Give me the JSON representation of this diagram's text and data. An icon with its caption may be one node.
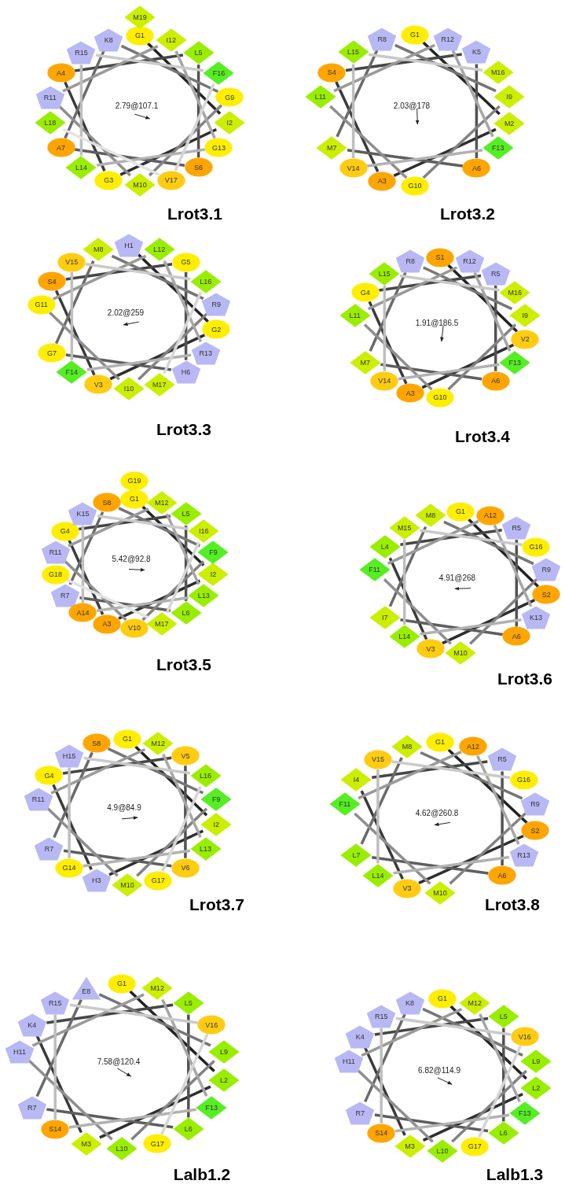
{
  "diagram": {
    "nodes": [
      {
        "text": [
          "G1"
        ]
      },
      {
        "text": [
          "I2"
        ]
      },
      {
        "text": [
          "G3"
        ]
      },
      {
        "text": [
          "A4"
        ]
      },
      {
        "text": [
          "L5"
        ]
      },
      {
        "text": [
          "S6"
        ]
      },
      {
        "text": [
          "A7"
        ]
      },
      {
        "text": [
          "K8"
        ]
      },
      {
        "text": [
          "G9"
        ]
      },
      {
        "text": [
          "M10"
        ]
      },
      {
        "text": [
          "R11"
        ]
      },
      {
        "text": [
          "I12"
        ]
      },
      {
        "text": [
          "G13"
        ]
      },
      {
        "text": [
          "L14"
        ]
      },
      {
        "text": [
          "R15"
        ]
      },
      {
        "text": [
          "F16"
        ]
      },
      {
        "text": [
          "V17"
        ]
      },
      {
        "text": [
          "L18"
        ]
      },
      {
        "text": [
          "M19"
        ]
      },
      {
        "text": [
          "G1"
        ]
      },
      {
        "text": [
          "M2"
        ]
      },
      {
        "text": [
          "A3"
        ]
      },
      {
        "text": [
          "S4"
        ]
      },
      {
        "text": [
          "K5"
        ]
      },
      {
        "text": [
          "A6"
        ]
      },
      {
        "text": [
          "M7"
        ]
      },
      {
        "text": [
          "R8"
        ]
      },
      {
        "text": [
          "I9"
        ]
      },
      {
        "text": [
          "G10"
        ]
      },
      {
        "text": [
          "L11"
        ]
      },
      {
        "text": [
          "R12"
        ]
      },
      {
        "text": [
          "F13"
        ]
      },
      {
        "text": [
          "V14"
        ]
      },
      {
        "text": [
          "L15"
        ]
      },
      {
        "text": [
          "M16"
        ]
      },
      {
        "text": [
          "H1"
        ]
      },
      {
        "text": [
          "G2"
        ]
      },
      {
        "text": [
          "V3"
        ]
      },
      {
        "text": [
          "S4"
        ]
      },
      {
        "text": [
          "G5"
        ]
      },
      {
        "text": [
          "H6"
        ]
      },
      {
        "text": [
          "G7"
        ]
      },
      {
        "text": [
          "M8"
        ]
      },
      {
        "text": [
          "R9"
        ]
      },
      {
        "text": [
          "I10"
        ]
      },
      {
        "text": [
          "G11"
        ]
      },
      {
        "text": [
          "L12"
        ]
      },
      {
        "text": [
          "R13"
        ]
      },
      {
        "text": [
          "F14"
        ]
      },
      {
        "text": [
          "V15"
        ]
      },
      {
        "text": [
          "L16"
        ]
      },
      {
        "text": [
          "M17"
        ]
      },
      {
        "text": [
          "S1"
        ]
      },
      {
        "text": [
          "V2"
        ]
      },
      {
        "text": [
          "A3"
        ]
      },
      {
        "text": [
          "G4"
        ]
      },
      {
        "text": [
          "R5"
        ]
      },
      {
        "text": [
          "A6"
        ]
      },
      {
        "text": [
          "M7"
        ]
      },
      {
        "text": [
          "R8"
        ]
      },
      {
        "text": [
          "I9"
        ]
      },
      {
        "text": [
          "G10"
        ]
      },
      {
        "text": [
          "L11"
        ]
      },
      {
        "text": [
          "R12"
        ]
      },
      {
        "text": [
          "F13"
        ]
      },
      {
        "text": [
          "V14"
        ]
      },
      {
        "text": [
          "L15"
        ]
      },
      {
        "text": [
          "M16"
        ]
      },
      {
        "text": [
          "G1"
        ]
      },
      {
        "text": [
          "I2"
        ]
      },
      {
        "text": [
          "A3"
        ]
      },
      {
        "text": [
          "G4"
        ]
      },
      {
        "text": [
          "L5"
        ]
      },
      {
        "text": [
          "L6"
        ]
      },
      {
        "text": [
          "R7"
        ]
      },
      {
        "text": [
          "S8"
        ]
      },
      {
        "text": [
          "F9"
        ]
      },
      {
        "text": [
          "V10"
        ]
      },
      {
        "text": [
          "R11"
        ]
      },
      {
        "text": [
          "M12"
        ]
      },
      {
        "text": [
          "L13"
        ]
      },
      {
        "text": [
          "A14"
        ]
      },
      {
        "text": [
          "K15"
        ]
      },
      {
        "text": [
          "I16"
        ]
      },
      {
        "text": [
          "M17"
        ]
      },
      {
        "text": [
          "G18"
        ]
      },
      {
        "text": [
          "G19"
        ]
      },
      {
        "text": [
          "G1"
        ]
      },
      {
        "text": [
          "S2"
        ]
      },
      {
        "text": [
          "V3"
        ]
      },
      {
        "text": [
          "L4"
        ]
      },
      {
        "text": [
          "R5"
        ]
      },
      {
        "text": [
          "A6"
        ]
      },
      {
        "text": [
          "I7"
        ]
      },
      {
        "text": [
          "M8"
        ]
      },
      {
        "text": [
          "R9"
        ]
      },
      {
        "text": [
          "M10"
        ]
      },
      {
        "text": [
          "F11"
        ]
      },
      {
        "text": [
          "A12"
        ]
      },
      {
        "text": [
          "K13"
        ]
      },
      {
        "text": [
          "L14"
        ]
      },
      {
        "text": [
          "M15"
        ]
      },
      {
        "text": [
          "G16"
        ]
      },
      {
        "text": [
          "G1"
        ]
      },
      {
        "text": [
          "I2"
        ]
      },
      {
        "text": [
          "H3"
        ]
      },
      {
        "text": [
          "G4"
        ]
      },
      {
        "text": [
          "V5"
        ]
      },
      {
        "text": [
          "V6"
        ]
      },
      {
        "text": [
          "R7"
        ]
      },
      {
        "text": [
          "S8"
        ]
      },
      {
        "text": [
          "F9"
        ]
      },
      {
        "text": [
          "M10"
        ]
      },
      {
        "text": [
          "R11"
        ]
      },
      {
        "text": [
          "M12"
        ]
      },
      {
        "text": [
          "L13"
        ]
      },
      {
        "text": [
          "G14"
        ]
      },
      {
        "text": [
          "H15"
        ]
      },
      {
        "text": [
          "L16"
        ]
      },
      {
        "text": [
          "G17"
        ]
      },
      {
        "text": [
          "G1"
        ]
      },
      {
        "text": [
          "S2"
        ]
      },
      {
        "text": [
          "V3"
        ]
      },
      {
        "text": [
          "I4"
        ]
      },
      {
        "text": [
          "R5"
        ]
      },
      {
        "text": [
          "A6"
        ]
      },
      {
        "text": [
          "L7"
        ]
      },
      {
        "text": [
          "M8"
        ]
      },
      {
        "text": [
          "R9"
        ]
      },
      {
        "text": [
          "M10"
        ]
      },
      {
        "text": [
          "F11"
        ]
      },
      {
        "text": [
          "A12"
        ]
      },
      {
        "text": [
          "R13"
        ]
      },
      {
        "text": [
          "L14"
        ]
      },
      {
        "text": [
          "V15"
        ]
      },
      {
        "text": [
          "G16"
        ]
      },
      {
        "text": [
          "G1"
        ]
      },
      {
        "text": [
          "L2"
        ]
      },
      {
        "text": [
          "M3"
        ]
      },
      {
        "text": [
          "K4"
        ]
      },
      {
        "text": [
          "L5"
        ]
      },
      {
        "text": [
          "L6"
        ]
      },
      {
        "text": [
          "R7"
        ]
      },
      {
        "text": [
          "E8"
        ]
      },
      {
        "text": [
          "L9"
        ]
      },
      {
        "text": [
          "L10"
        ]
      },
      {
        "text": [
          "H11"
        ]
      },
      {
        "text": [
          "M12"
        ]
      },
      {
        "text": [
          "F13"
        ]
      },
      {
        "text": [
          "S14"
        ]
      },
      {
        "text": [
          "R15"
        ]
      },
      {
        "text": [
          "V16"
        ]
      },
      {
        "text": [
          "G17"
        ]
      },
      {
        "text": [
          "G1"
        ]
      },
      {
        "text": [
          "L2"
        ]
      },
      {
        "text": [
          "M3"
        ]
      },
      {
        "text": [
          "K4"
        ]
      },
      {
        "text": [
          "L5"
        ]
      },
      {
        "text": [
          "L6"
        ]
      },
      {
        "text": [
          "R7"
        ]
      },
      {
        "text": [
          "K8"
        ]
      },
      {
        "text": [
          "L9"
        ]
      },
      {
        "text": [
          "L10"
        ]
      },
      {
        "text": [
          "H11"
        ]
      },
      {
        "text": [
          "M12"
        ]
      },
      {
        "text": [
          "F13"
        ]
      },
      {
        "text": [
          "S14"
        ]
      },
      {
        "text": [
          "R15"
        ]
      },
      {
        "text": [
          "V16"
        ]
      },
      {
        "text": [
          "G17"
        ]
      }
    ],
    "edges": [
      {
        "from": 0,
        "to": 1,
        "arrow": "none",
        "color": "#222222"
      },
      {
        "from": 1,
        "to": 2,
        "arrow": "none",
        "color": "#2e2e2e"
      },
      {
        "from": 2,
        "to": 3,
        "arrow": "none",
        "color": "#3a3a3a"
      },
      {
        "from": 3,
        "to": 4,
        "arrow": "none",
        "color": "#464646"
      },
      {
        "from": 4,
        "to": 5,
        "arrow": "none",
        "color": "#525252"
      },
      {
        "from": 5,
        "to": 6,
        "arrow": "none",
        "color": "#5e5e5e"
      },
      {
        "from": 6,
        "to": 7,
        "arrow": "none",
        "color": "#6a6a6a"
      },
      {
        "from": 7,
        "to": 8,
        "arrow": "none",
        "color": "#767676"
      },
      {
        "from": 8,
        "to": 9,
        "arrow": "none",
        "color": "#828282"
      },
      {
        "from": 9,
        "to": 10,
        "arrow": "none",
        "color": "#8e8e8e"
      },
      {
        "from": 10,
        "to": 11,
        "arrow": "none",
        "color": "#9a9a9a"
      },
      {
        "from": 11,
        "to": 12,
        "arrow": "none",
        "color": "#a6a6a6"
      },
      {
        "from": 12,
        "to": 13,
        "arrow": "none",
        "color": "#b2b2b2"
      },
      {
        "from": 13,
        "to": 14,
        "arrow": "none",
        "color": "#bebebe"
      },
      {
        "from": 14,
        "to": 15,
        "arrow": "none",
        "color": "#cacaca"
      },
      {
        "from": 15,
        "to": 16,
        "arrow": "none",
        "color": "#d6d6d6"
      },
      {
        "from": 16,
        "to": 17,
        "arrow": "none",
        "color": "#e2e2e2"
      },
      {
        "from": 19,
        "to": 20,
        "arrow": "none",
        "color": "#222222"
      },
      {
        "from": 20,
        "to": 21,
        "arrow": "none",
        "color": "#2e2e2e"
      },
      {
        "from": 21,
        "to": 22,
        "arrow": "none",
        "color": "#3a3a3a"
      },
      {
        "from": 22,
        "to": 23,
        "arrow": "none",
        "color": "#464646"
      },
      {
        "from": 23,
        "to": 24,
        "arrow": "none",
        "color": "#525252"
      },
      {
        "from": 24,
        "to": 25,
        "arrow": "none",
        "color": "#5e5e5e"
      },
      {
        "from": 25,
        "to": 26,
        "arrow": "none",
        "color": "#6a6a6a"
      },
      {
        "from": 26,
        "to": 27,
        "arrow": "none",
        "color": "#767676"
      },
      {
        "from": 27,
        "to": 28,
        "arrow": "none",
        "color": "#828282"
      },
      {
        "from": 28,
        "to": 29,
        "arrow": "none",
        "color": "#8e8e8e"
      },
      {
        "from": 29,
        "to": 30,
        "arrow": "none",
        "color": "#9a9a9a"
      },
      {
        "from": 30,
        "to": 31,
        "arrow": "none",
        "color": "#a6a6a6"
      },
      {
        "from": 31,
        "to": 32,
        "arrow": "none",
        "color": "#b2b2b2"
      },
      {
        "from": 32,
        "to": 33,
        "arrow": "none",
        "color": "#bebebe"
      },
      {
        "from": 33,
        "to": 34,
        "arrow": "none",
        "color": "#cacaca"
      },
      {
        "from": 35,
        "to": 36,
        "arrow": "none",
        "color": "#222222"
      },
      {
        "from": 36,
        "to": 37,
        "arrow": "none",
        "color": "#2e2e2e"
      },
      {
        "from": 37,
        "to": 38,
        "arrow": "none",
        "color": "#3a3a3a"
      },
      {
        "from": 38,
        "to": 39,
        "arrow": "none",
        "color": "#464646"
      },
      {
        "from": 39,
        "to": 40,
        "arrow": "none",
        "color": "#525252"
      },
      {
        "from": 40,
        "to": 41,
        "arrow": "none",
        "color": "#5e5e5e"
      },
      {
        "from": 41,
        "to": 42,
        "arrow": "none",
        "color": "#6a6a6a"
      },
      {
        "from": 42,
        "to": 43,
        "arrow": "none",
        "color": "#767676"
      },
      {
        "from": 43,
        "to": 44,
        "arrow": "none",
        "color": "#828282"
      },
      {
        "from": 44,
        "to": 45,
        "arrow": "none",
        "color": "#8e8e8e"
      },
      {
        "from": 45,
        "to": 46,
        "arrow": "none",
        "color": "#9a9a9a"
      },
      {
        "from": 46,
        "to": 47,
        "arrow": "none",
        "color": "#a6a6a6"
      },
      {
        "from": 47,
        "to": 48,
        "arrow": "none",
        "color": "#b2b2b2"
      },
      {
        "from": 48,
        "to": 49,
        "arrow": "none",
        "color": "#bebebe"
      },
      {
        "from": 49,
        "to": 50,
        "arrow": "none",
        "color": "#cacaca"
      },
      {
        "from": 50,
        "to": 51,
        "arrow": "none",
        "color": "#d6d6d6"
      },
      {
        "from": 52,
        "to": 53,
        "arrow": "none",
        "color": "#222222"
      },
      {
        "from": 53,
        "to": 54,
        "arrow": "none",
        "color": "#2e2e2e"
      },
      {
        "from": 54,
        "to": 55,
        "arrow": "none",
        "color": "#3a3a3a"
      },
      {
        "from": 55,
        "to": 56,
        "arrow": "none",
        "color": "#464646"
      },
      {
        "from": 56,
        "to": 57,
        "arrow": "none",
        "color": "#525252"
      },
      {
        "from": 57,
        "to": 58,
        "arrow": "none",
        "color": "#5e5e5e"
      },
      {
        "from": 58,
        "to": 59,
        "arrow": "none",
        "color": "#6a6a6a"
      },
      {
        "from": 59,
        "to": 60,
        "arrow": "none",
        "color": "#767676"
      },
      {
        "from": 60,
        "to": 61,
        "arrow": "none",
        "color": "#828282"
      },
      {
        "from": 61,
        "to": 62,
        "arrow": "none",
        "color": "#8e8e8e"
      },
      {
        "from": 62,
        "to": 63,
        "arrow": "none",
        "color": "#9a9a9a"
      },
      {
        "from": 63,
        "to": 64,
        "arrow": "none",
        "color": "#a6a6a6"
      },
      {
        "from": 64,
        "to": 65,
        "arrow": "none",
        "color": "#b2b2b2"
      },
      {
        "from": 65,
        "to": 66,
        "arrow": "none",
        "color": "#bebebe"
      },
      {
        "from": 66,
        "to": 67,
        "arrow": "none",
        "color": "#cacaca"
      },
      {
        "from": 68,
        "to": 69,
        "arrow": "none",
        "color": "#222222"
      },
      {
        "from": 69,
        "to": 70,
        "arrow": "none",
        "color": "#2e2e2e"
      },
      {
        "from": 70,
        "to": 71,
        "arrow": "none",
        "color": "#3a3a3a"
      },
      {
        "from": 71,
        "to": 72,
        "arrow": "none",
        "color": "#464646"
      },
      {
        "from": 72,
        "to": 73,
        "arrow": "none",
        "color": "#525252"
      },
      {
        "from": 73,
        "to": 74,
        "arrow": "none",
        "color": "#5e5e5e"
      },
      {
        "from": 74,
        "to": 75,
        "arrow": "none",
        "color": "#6a6a6a"
      },
      {
        "from": 75,
        "to": 76,
        "arrow": "none",
        "color": "#767676"
      },
      {
        "from": 76,
        "to": 77,
        "arrow": "none",
        "color": "#828282"
      },
      {
        "from": 77,
        "to": 78,
        "arrow": "none",
        "color": "#8e8e8e"
      },
      {
        "from": 78,
        "to": 79,
        "arrow": "none",
        "color": "#9a9a9a"
      },
      {
        "from": 79,
        "to": 80,
        "arrow": "none",
        "color": "#a6a6a6"
      },
      {
        "from": 80,
        "to": 81,
        "arrow": "none",
        "color": "#b2b2b2"
      },
      {
        "from": 81,
        "to": 82,
        "arrow": "none",
        "color": "#bebebe"
      },
      {
        "from": 82,
        "to": 83,
        "arrow": "none",
        "color": "#cacaca"
      },
      {
        "from": 83,
        "to": 84,
        "arrow": "none",
        "color": "#d6d6d6"
      },
      {
        "from": 84,
        "to": 85,
        "arrow": "none",
        "color": "#e2e2e2"
      },
      {
        "from": 87,
        "to": 88,
        "arrow": "none",
        "color": "#222222"
      },
      {
        "from": 88,
        "to": 89,
        "arrow": "none",
        "color": "#2e2e2e"
      },
      {
        "from": 89,
        "to": 90,
        "arrow": "none",
        "color": "#3a3a3a"
      },
      {
        "from": 90,
        "to": 91,
        "arrow": "none",
        "color": "#464646"
      },
      {
        "from": 91,
        "to": 92,
        "arrow": "none",
        "color": "#525252"
      },
      {
        "from": 92,
        "to": 93,
        "arrow": "none",
        "color": "#5e5e5e"
      },
      {
        "from": 93,
        "to": 94,
        "arrow": "none",
        "color": "#6a6a6a"
      },
      {
        "from": 94,
        "to": 95,
        "arrow": "none",
        "color": "#767676"
      },
      {
        "from": 95,
        "to": 96,
        "arrow": "none",
        "color": "#828282"
      },
      {
        "from": 96,
        "to": 97,
        "arrow": "none",
        "color": "#8e8e8e"
      },
      {
        "from": 97,
        "to": 98,
        "arrow": "none",
        "color": "#9a9a9a"
      },
      {
        "from": 98,
        "to": 99,
        "arrow": "none",
        "color": "#a6a6a6"
      },
      {
        "from": 99,
        "to": 100,
        "arrow": "none",
        "color": "#b2b2b2"
      },
      {
        "from": 100,
        "to": 101,
        "arrow": "none",
        "color": "#bebebe"
      },
      {
        "from": 101,
        "to": 102,
        "arrow": "none",
        "color": "#cacaca"
      },
      {
        "from": 103,
        "to": 104,
        "arrow": "none",
        "color": "#222222"
      },
      {
        "from": 104,
        "to": 105,
        "arrow": "none",
        "color": "#2e2e2e"
      },
      {
        "from": 105,
        "to": 106,
        "arrow": "none",
        "color": "#3a3a3a"
      },
      {
        "from": 106,
        "to": 107,
        "arrow": "none",
        "color": "#464646"
      },
      {
        "from": 107,
        "to": 108,
        "arrow": "none",
        "color": "#525252"
      },
      {
        "from": 108,
        "to": 109,
        "arrow": "none",
        "color": "#5e5e5e"
      },
      {
        "from": 109,
        "to": 110,
        "arrow": "none",
        "color": "#6a6a6a"
      },
      {
        "from": 110,
        "to": 111,
        "arrow": "none",
        "color": "#767676"
      },
      {
        "from": 111,
        "to": 112,
        "arrow": "none",
        "color": "#828282"
      },
      {
        "from": 112,
        "to": 113,
        "arrow": "none",
        "color": "#8e8e8e"
      },
      {
        "from": 113,
        "to": 114,
        "arrow": "none",
        "color": "#9a9a9a"
      },
      {
        "from": 114,
        "to": 115,
        "arrow": "none",
        "color": "#a6a6a6"
      },
      {
        "from": 115,
        "to": 116,
        "arrow": "none",
        "color": "#b2b2b2"
      },
      {
        "from": 116,
        "to": 117,
        "arrow": "none",
        "color": "#bebebe"
      },
      {
        "from": 117,
        "to": 118,
        "arrow": "none",
        "color": "#cacaca"
      },
      {
        "from": 118,
        "to": 119,
        "arrow": "none",
        "color": "#d6d6d6"
      },
      {
        "from": 120,
        "to": 121,
        "arrow": "none",
        "color": "#222222"
      },
      {
        "from": 121,
        "to": 122,
        "arrow": "none",
        "color": "#2e2e2e"
      },
      {
        "from": 122,
        "to": 123,
        "arrow": "none",
        "color": "#3a3a3a"
      },
      {
        "from": 123,
        "to": 124,
        "arrow": "none",
        "color": "#464646"
      },
      {
        "from": 124,
        "to": 125,
        "arrow": "none",
        "color": "#525252"
      },
      {
        "from": 125,
        "to": 126,
        "arrow": "none",
        "color": "#5e5e5e"
      },
      {
        "from": 126,
        "to": 127,
        "arrow": "none",
        "color": "#6a6a6a"
      },
      {
        "from": 127,
        "to": 128,
        "arrow": "none",
        "color": "#767676"
      },
      {
        "from": 128,
        "to": 129,
        "arrow": "none",
        "color": "#828282"
      },
      {
        "from": 129,
        "to": 130,
        "arrow": "none",
        "color": "#8e8e8e"
      },
      {
        "from": 130,
        "to": 131,
        "arrow": "none",
        "color": "#9a9a9a"
      },
      {
        "from": 131,
        "to": 132,
        "arrow": "none",
        "color": "#a6a6a6"
      },
      {
        "from": 132,
        "to": 133,
        "arrow": "none",
        "color": "#b2b2b2"
      },
      {
        "from": 133,
        "to": 134,
        "arrow": "none",
        "color": "#bebebe"
      },
      {
        "from": 134,
        "to": 135,
        "arrow": "none",
        "color": "#cacaca"
      },
      {
        "from": 136,
        "to": 137,
        "arrow": "none",
        "color": "#222222"
      },
      {
        "from": 137,
        "to": 138,
        "arrow": "none",
        "color": "#2e2e2e"
      },
      {
        "from": 138,
        "to": 139,
        "arrow": "none",
        "color": "#3a3a3a"
      },
      {
        "from": 139,
        "to": 140,
        "arrow": "none",
        "color": "#464646"
      },
      {
        "from": 140,
        "to": 141,
        "arrow": "none",
        "color": "#525252"
      },
      {
        "from": 141,
        "to": 142,
        "arrow": "none",
        "color": "#5e5e5e"
      },
      {
        "from": 142,
        "to": 143,
        "arrow": "none",
        "color": "#6a6a6a"
      },
      {
        "from": 143,
        "to": 144,
        "arrow": "none",
        "color": "#767676"
      },
      {
        "from": 144,
        "to": 145,
        "arrow": "none",
        "color": "#828282"
      },
      {
        "from": 145,
        "to": 146,
        "arrow": "none",
        "color": "#8e8e8e"
      },
      {
        "from": 146,
        "to": 147,
        "arrow": "none",
        "color": "#9a9a9a"
      },
      {
        "from": 147,
        "to": 148,
        "arrow": "none",
        "color": "#a6a6a6"
      },
      {
        "from": 148,
        "to": 149,
        "arrow": "none",
        "color": "#b2b2b2"
      },
      {
        "from": 149,
        "to": 150,
        "arrow": "none",
        "color": "#bebebe"
      },
      {
        "from": 150,
        "to": 151,
        "arrow": "none",
        "color": "#cacaca"
      },
      {
        "from": 151,
        "to": 152,
        "arrow": "none",
        "color": "#d6d6d6"
      },
      {
        "from": 153,
        "to": 154,
        "arrow": "none",
        "color": "#222222"
      },
      {
        "from": 154,
        "to": 155,
        "arrow": "none",
        "color": "#2e2e2e"
      },
      {
        "from": 155,
        "to": 156,
        "arrow": "none",
        "color": "#3a3a3a"
      },
      {
        "from": 156,
        "to": 157,
        "arrow": "none",
        "color": "#464646"
      },
      {
        "from": 157,
        "to": 158,
        "arrow": "none",
        "color": "#525252"
      },
      {
        "from": 158,
        "to": 159,
        "arrow": "none",
        "color": "#5e5e5e"
      },
      {
        "from": 159,
        "to": 160,
        "arrow": "none",
        "color": "#6a6a6a"
      },
      {
        "from": 160,
        "to": 161,
        "arrow": "none",
        "color": "#767676"
      },
      {
        "from": 161,
        "to": 162,
        "arrow": "none",
        "color": "#828282"
      },
      {
        "from": 162,
        "to": 163,
        "arrow": "none",
        "color": "#8e8e8e"
      },
      {
        "from": 163,
        "to": 164,
        "arrow": "none",
        "color": "#9a9a9a"
      },
      {
        "from": 164,
        "to": 165,
        "arrow": "none",
        "color": "#a6a6a6"
      },
      {
        "from": 165,
        "to": 166,
        "arrow": "none",
        "color": "#b2b2b2"
      },
      {
        "from": 166,
        "to": 167,
        "arrow": "none",
        "color": "#bebebe"
      },
      {
        "from": 167,
        "to": 168,
        "arrow": "none",
        "color": "#cacaca"
      },
      {
        "from": 168,
        "to": 169,
        "arrow": "none",
        "color": "#d6d6d6"
      }
    ],
    "labels": [
      "2.79@107.1",
      "2.03@178",
      "Lrot3.1",
      "Lrot3.2",
      "2.02@259",
      "1.91@186.5",
      "Lrot3.3",
      "Lrot3.4",
      "5.42@92.8",
      "4.91@268",
      "Lrot3.5",
      "Lrot3.6",
      "4.9@84.9",
      "4.62@260.8",
      "Lrot3.7",
      "Lrot3.8",
      "7.58@120.4",
      "6.82@114.9",
      "Lalb1.2",
      "Lalb1.3"
    ]
  }
}
